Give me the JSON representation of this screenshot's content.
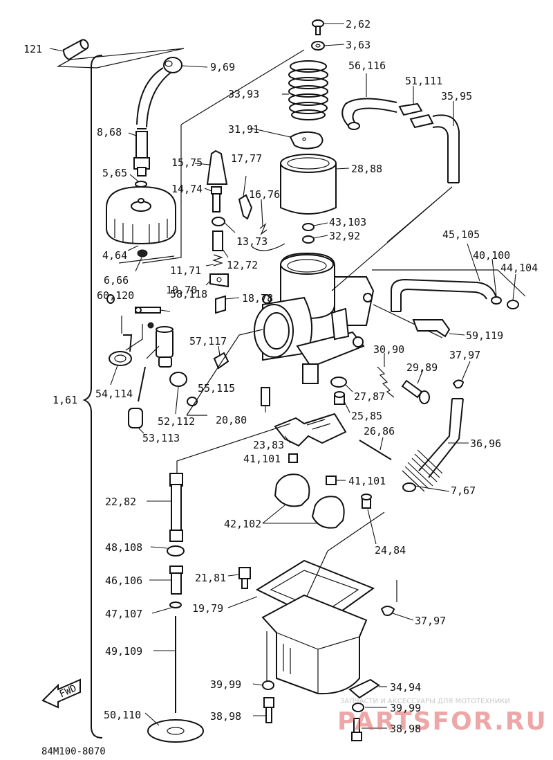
{
  "diagram_code": "84M100-8070",
  "fwd_label": "FWD",
  "bracket_label": "1,61",
  "watermark": {
    "line1": "ЗАПЧАСТИ И АКСЕССУАРЫ ДЛЯ МОТОТЕХНИКИ",
    "line2": "PARTSFOR.RU"
  },
  "labels": [
    "2,62",
    "3,63",
    "121",
    "9,69",
    "56,116",
    "51,111",
    "35,95",
    "33,93",
    "8,68",
    "31,91",
    "15,75",
    "17,77",
    "28,88",
    "5,65",
    "14,74",
    "16,76",
    "43,103",
    "32,92",
    "13,73",
    "45,105",
    "40,100",
    "44,104",
    "4,64",
    "12,72",
    "11,71",
    "6,66",
    "10,70",
    "18,78",
    "60,120",
    "58,118",
    "59,119",
    "57,117",
    "30,90",
    "37,97",
    "29,89",
    "55,115",
    "27,87",
    "54,114",
    "25,85",
    "52,112",
    "20,80",
    "53,113",
    "23,83",
    "26,86",
    "36,96",
    "41,101",
    "41,101",
    "7,67",
    "22,82",
    "42,102",
    "24,84",
    "48,108",
    "21,81",
    "46,106",
    "19,79",
    "37,97",
    "47,107",
    "49,109",
    "39,99",
    "34,94",
    "50,110",
    "38,98",
    "39,99",
    "38,98"
  ]
}
